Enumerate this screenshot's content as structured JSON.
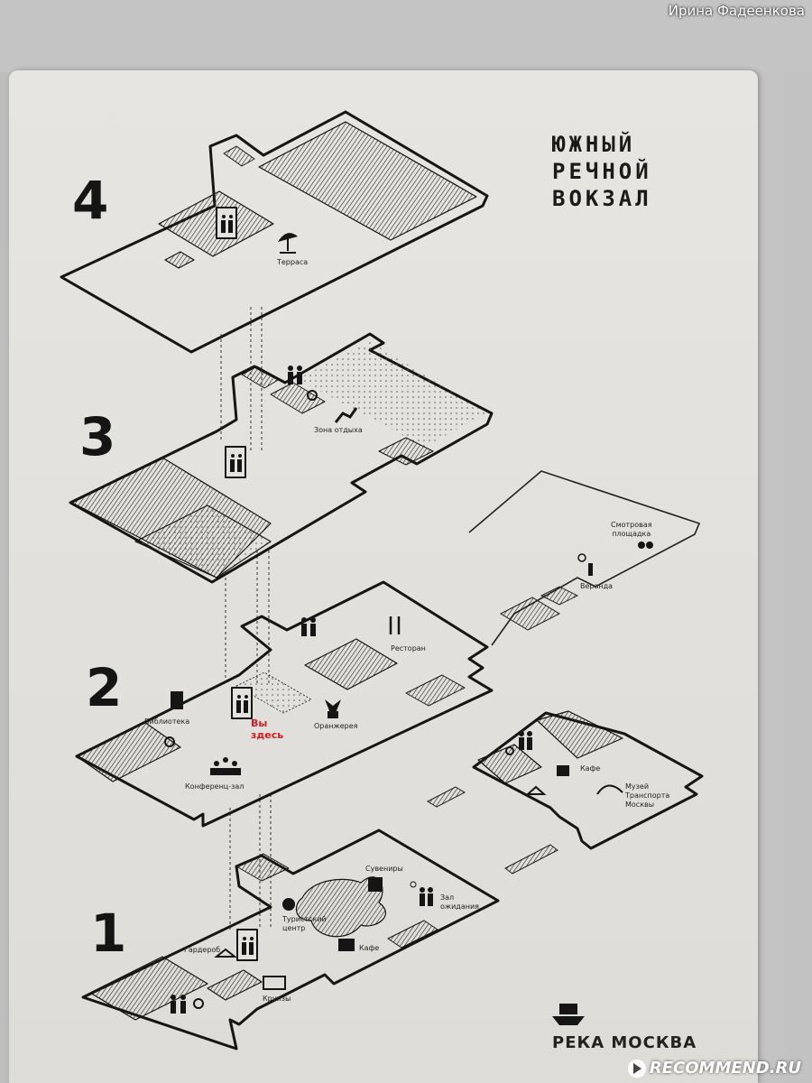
{
  "photo_credit": "Ирина Фадеенкова",
  "brand": {
    "title_lines": [
      "ЮЖНЫЙ",
      "РЕЧНОЙ",
      "ВОКЗАЛ"
    ],
    "river_brand": "РЕКА МОСКВА"
  },
  "floors": [
    "4",
    "3",
    "2",
    "1"
  ],
  "you_are_here": {
    "line1": "Вы",
    "line2": "здесь",
    "color": "#d21e1e"
  },
  "labels": {
    "terrace": "Терраса",
    "rest_zone": "Зона отдыха",
    "observation_deck_1": "Смотровая",
    "observation_deck_2": "площадка",
    "veranda": "Веранда",
    "restaurant": "Ресторан",
    "library": "Библиотека",
    "orangery": "Оранжерея",
    "conference_hall": "Конференц-зал",
    "cafe_annex": "Кафе",
    "museum_1": "Музей",
    "museum_2": "Транспорта",
    "museum_3": "Москвы",
    "souvenirs": "Сувениры",
    "tourist_center_1": "Туристский",
    "tourist_center_2": "центр",
    "waiting_hall_1": "Зал",
    "waiting_hall_2": "ожидания",
    "wardrobe": "Гардероб",
    "cafe": "Кафе",
    "cruises": "Круизы"
  },
  "icons": [
    "elevator-icon",
    "beach-umbrella-icon",
    "toilets-icon",
    "wheelchair-icon",
    "lounge-chair-icon",
    "binoculars-icon",
    "sun-person-icon",
    "fork-knife-icon",
    "book-icon",
    "plant-icon",
    "meeting-icon",
    "coffee-cup-icon",
    "hanger-icon",
    "museum-logo-icon",
    "gift-icon",
    "info-icon",
    "clock-people-icon",
    "ticket-icon",
    "boat-logo-icon"
  ],
  "watermark": "RECOMMEND.RU"
}
